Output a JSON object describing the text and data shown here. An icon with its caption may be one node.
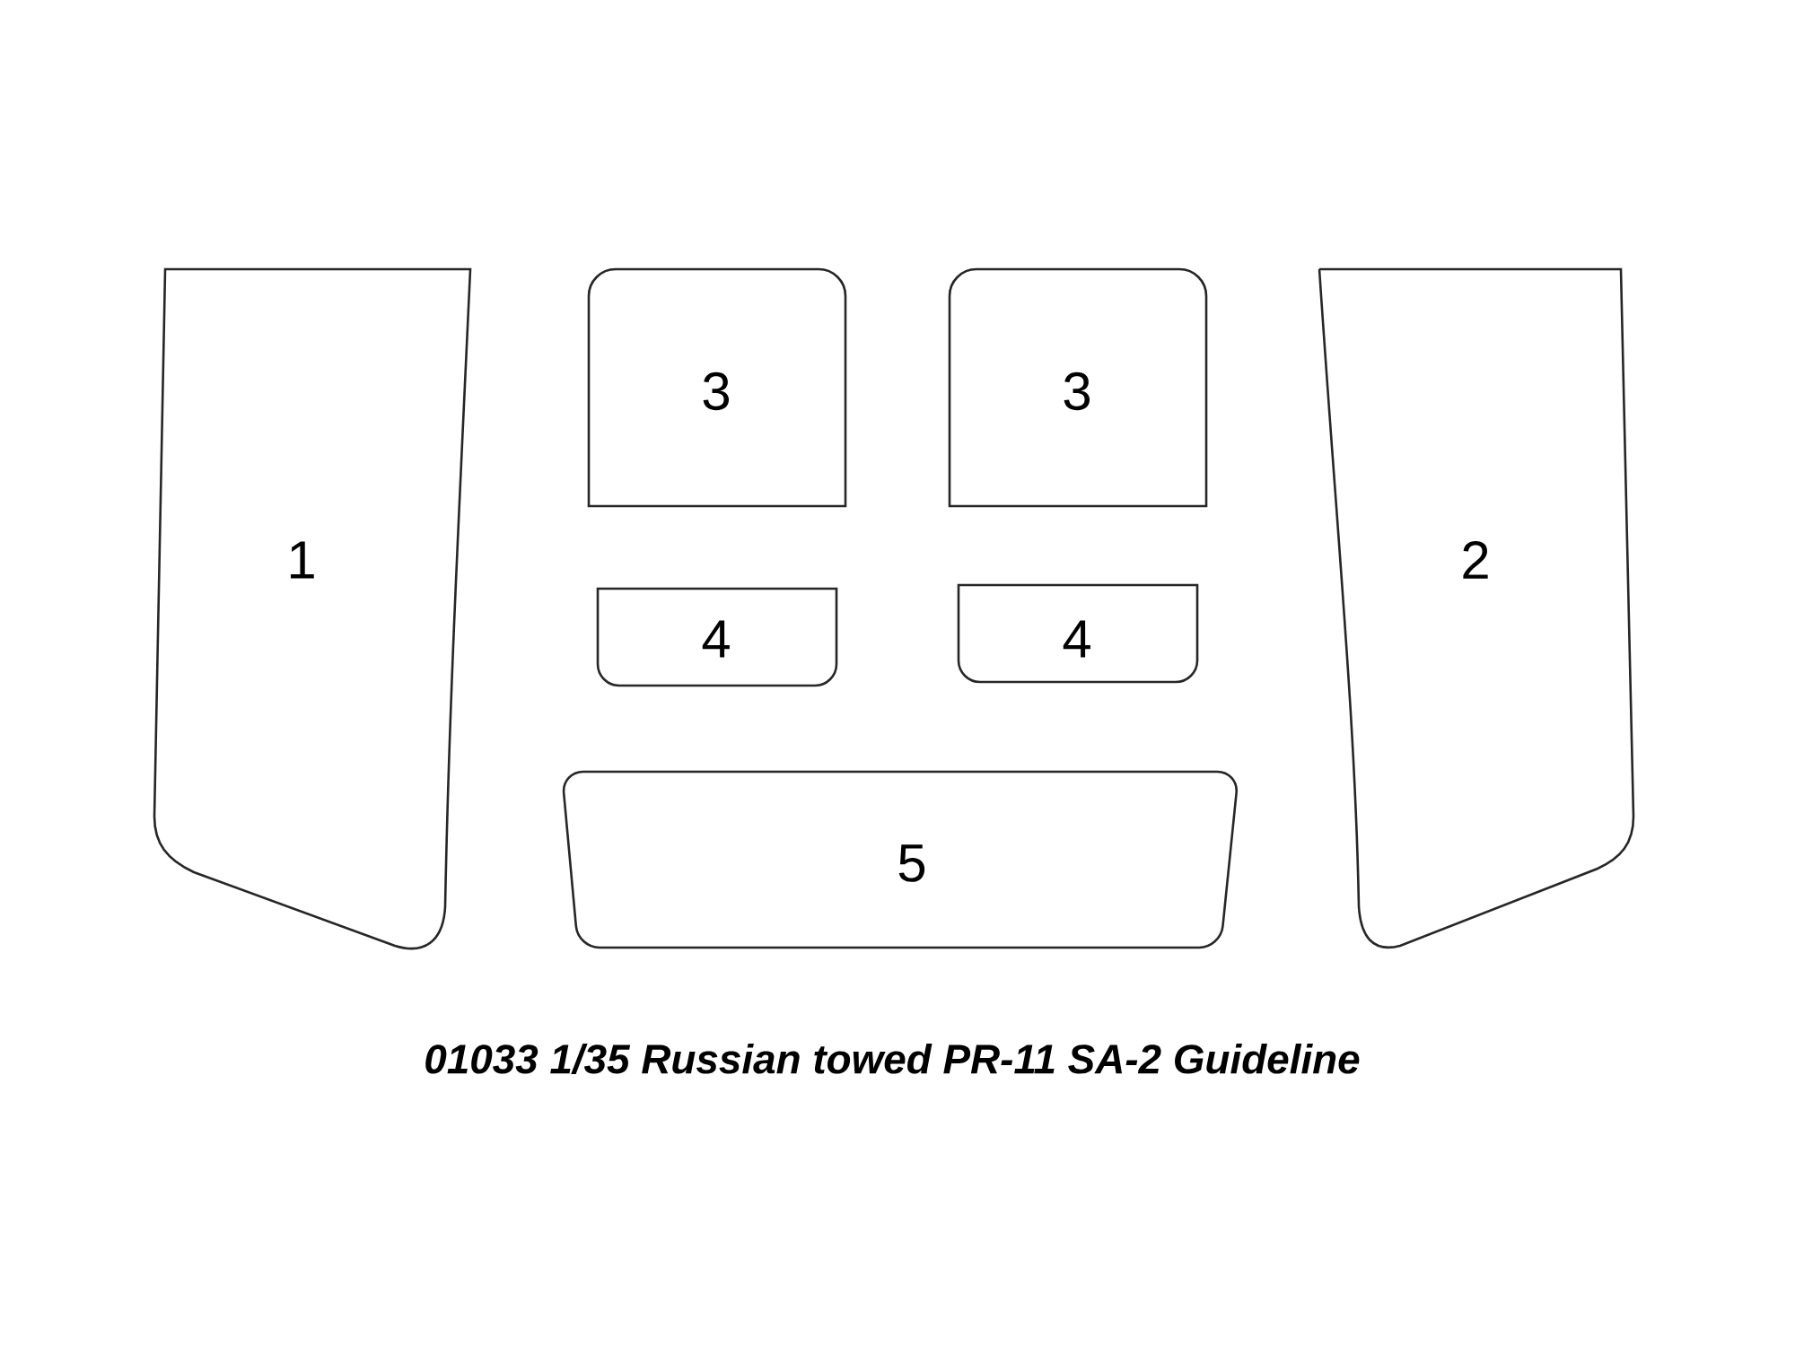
{
  "diagram": {
    "caption": "01033 1/35 Russian towed PR-11 SA-2 Guideline",
    "nodes": [
      {
        "text": [
          "1"
        ]
      },
      {
        "text": [
          "3"
        ]
      },
      {
        "text": [
          "3"
        ]
      },
      {
        "text": [
          "2"
        ]
      },
      {
        "text": [
          "4"
        ]
      },
      {
        "text": [
          "4"
        ]
      },
      {
        "text": [
          "5"
        ]
      }
    ]
  }
}
